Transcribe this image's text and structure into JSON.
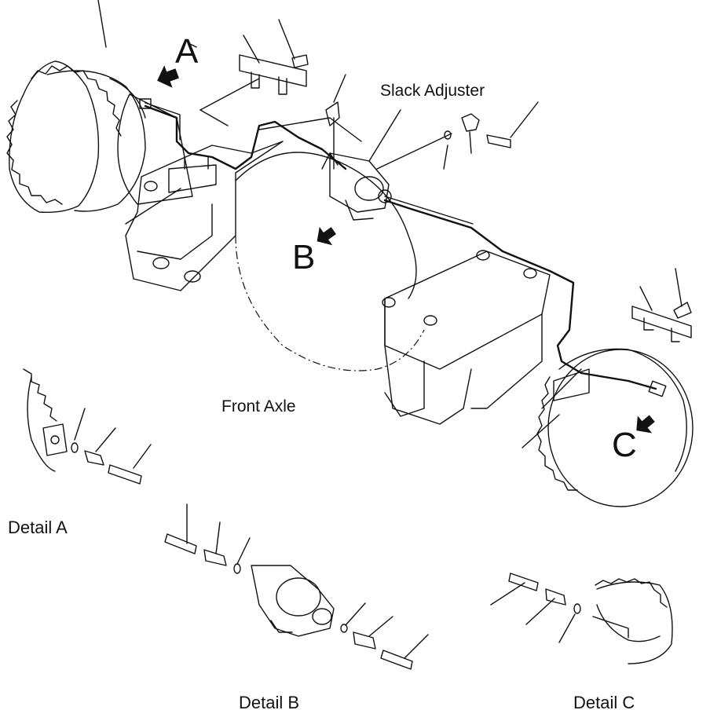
{
  "labels": {
    "callout_a": "A",
    "callout_b": "B",
    "callout_c": "C",
    "slack_adjuster": "Slack Adjuster",
    "front_axle": "Front Axle",
    "detail_a": "Detail A",
    "detail_b": "Detail B",
    "detail_c": "Detail C"
  }
}
